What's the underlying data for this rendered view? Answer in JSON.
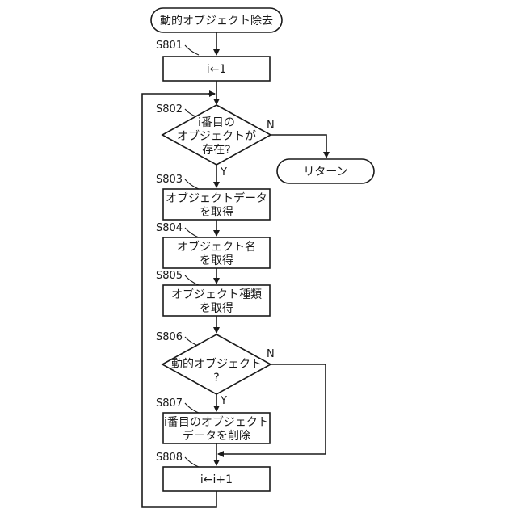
{
  "terminals": {
    "start": "動的オブジェクト除去",
    "end": "リターン"
  },
  "steps": {
    "s801": {
      "id": "S801",
      "text": "i←1"
    },
    "s802": {
      "id": "S802",
      "line1": "i番目の",
      "line2": "オブジェクトが",
      "line3": "存在?",
      "yes": "Y",
      "no": "N"
    },
    "s803": {
      "id": "S803",
      "line1": "オブジェクトデータ",
      "line2": "を取得"
    },
    "s804": {
      "id": "S804",
      "line1": "オブジェクト名",
      "line2": "を取得"
    },
    "s805": {
      "id": "S805",
      "line1": "オブジェクト種類",
      "line2": "を取得"
    },
    "s806": {
      "id": "S806",
      "line1": "動的オブジェクト",
      "line2": "?",
      "yes": "Y",
      "no": "N"
    },
    "s807": {
      "id": "S807",
      "line1": "i番目のオブジェクト",
      "line2": "データを削除"
    },
    "s808": {
      "id": "S808",
      "text": "i←i+1"
    }
  }
}
